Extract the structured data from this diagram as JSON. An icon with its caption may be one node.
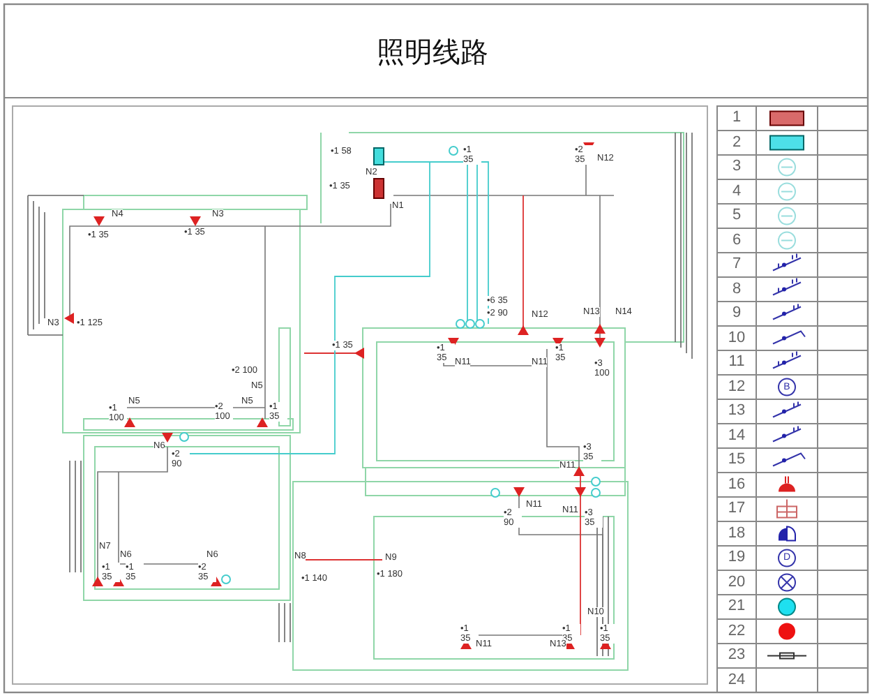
{
  "diagram": {
    "title": "照明线路",
    "labels": [
      "•1 58",
      "N2",
      "•1 35",
      "N1",
      "•1 35",
      "•2 35",
      "N12",
      "N4",
      "•1 35",
      "N3",
      "•1 35",
      "•6 35",
      "•2 90",
      "N12",
      "N13",
      "N14",
      "N3",
      "•1 125",
      "•1 35",
      "•1 35",
      "N11",
      "N11",
      "•1 35",
      "•3 100",
      "•2 100",
      "N5",
      "N5",
      "•1 100",
      "N5",
      "•2 100",
      "•1 35",
      "•3 35",
      "N11",
      "N6",
      "•2 90",
      "N11",
      "•2 90",
      "N11",
      "•3 35",
      "N7",
      "N6",
      "N6",
      "•1 35",
      "•1 35",
      "•2 35",
      "N8",
      "•1 140",
      "N9",
      "•1 180",
      "N10",
      "•1 35",
      "N11",
      "•1 35",
      "N13",
      "•1 35",
      "1",
      "2",
      "3",
      "4",
      "5",
      "6",
      "7",
      "8",
      "9",
      "10",
      "11",
      "12",
      "B",
      "13",
      "14",
      "15",
      "16",
      "17",
      "18",
      "19",
      "D",
      "20",
      "21",
      "22",
      "23",
      "24"
    ]
  }
}
